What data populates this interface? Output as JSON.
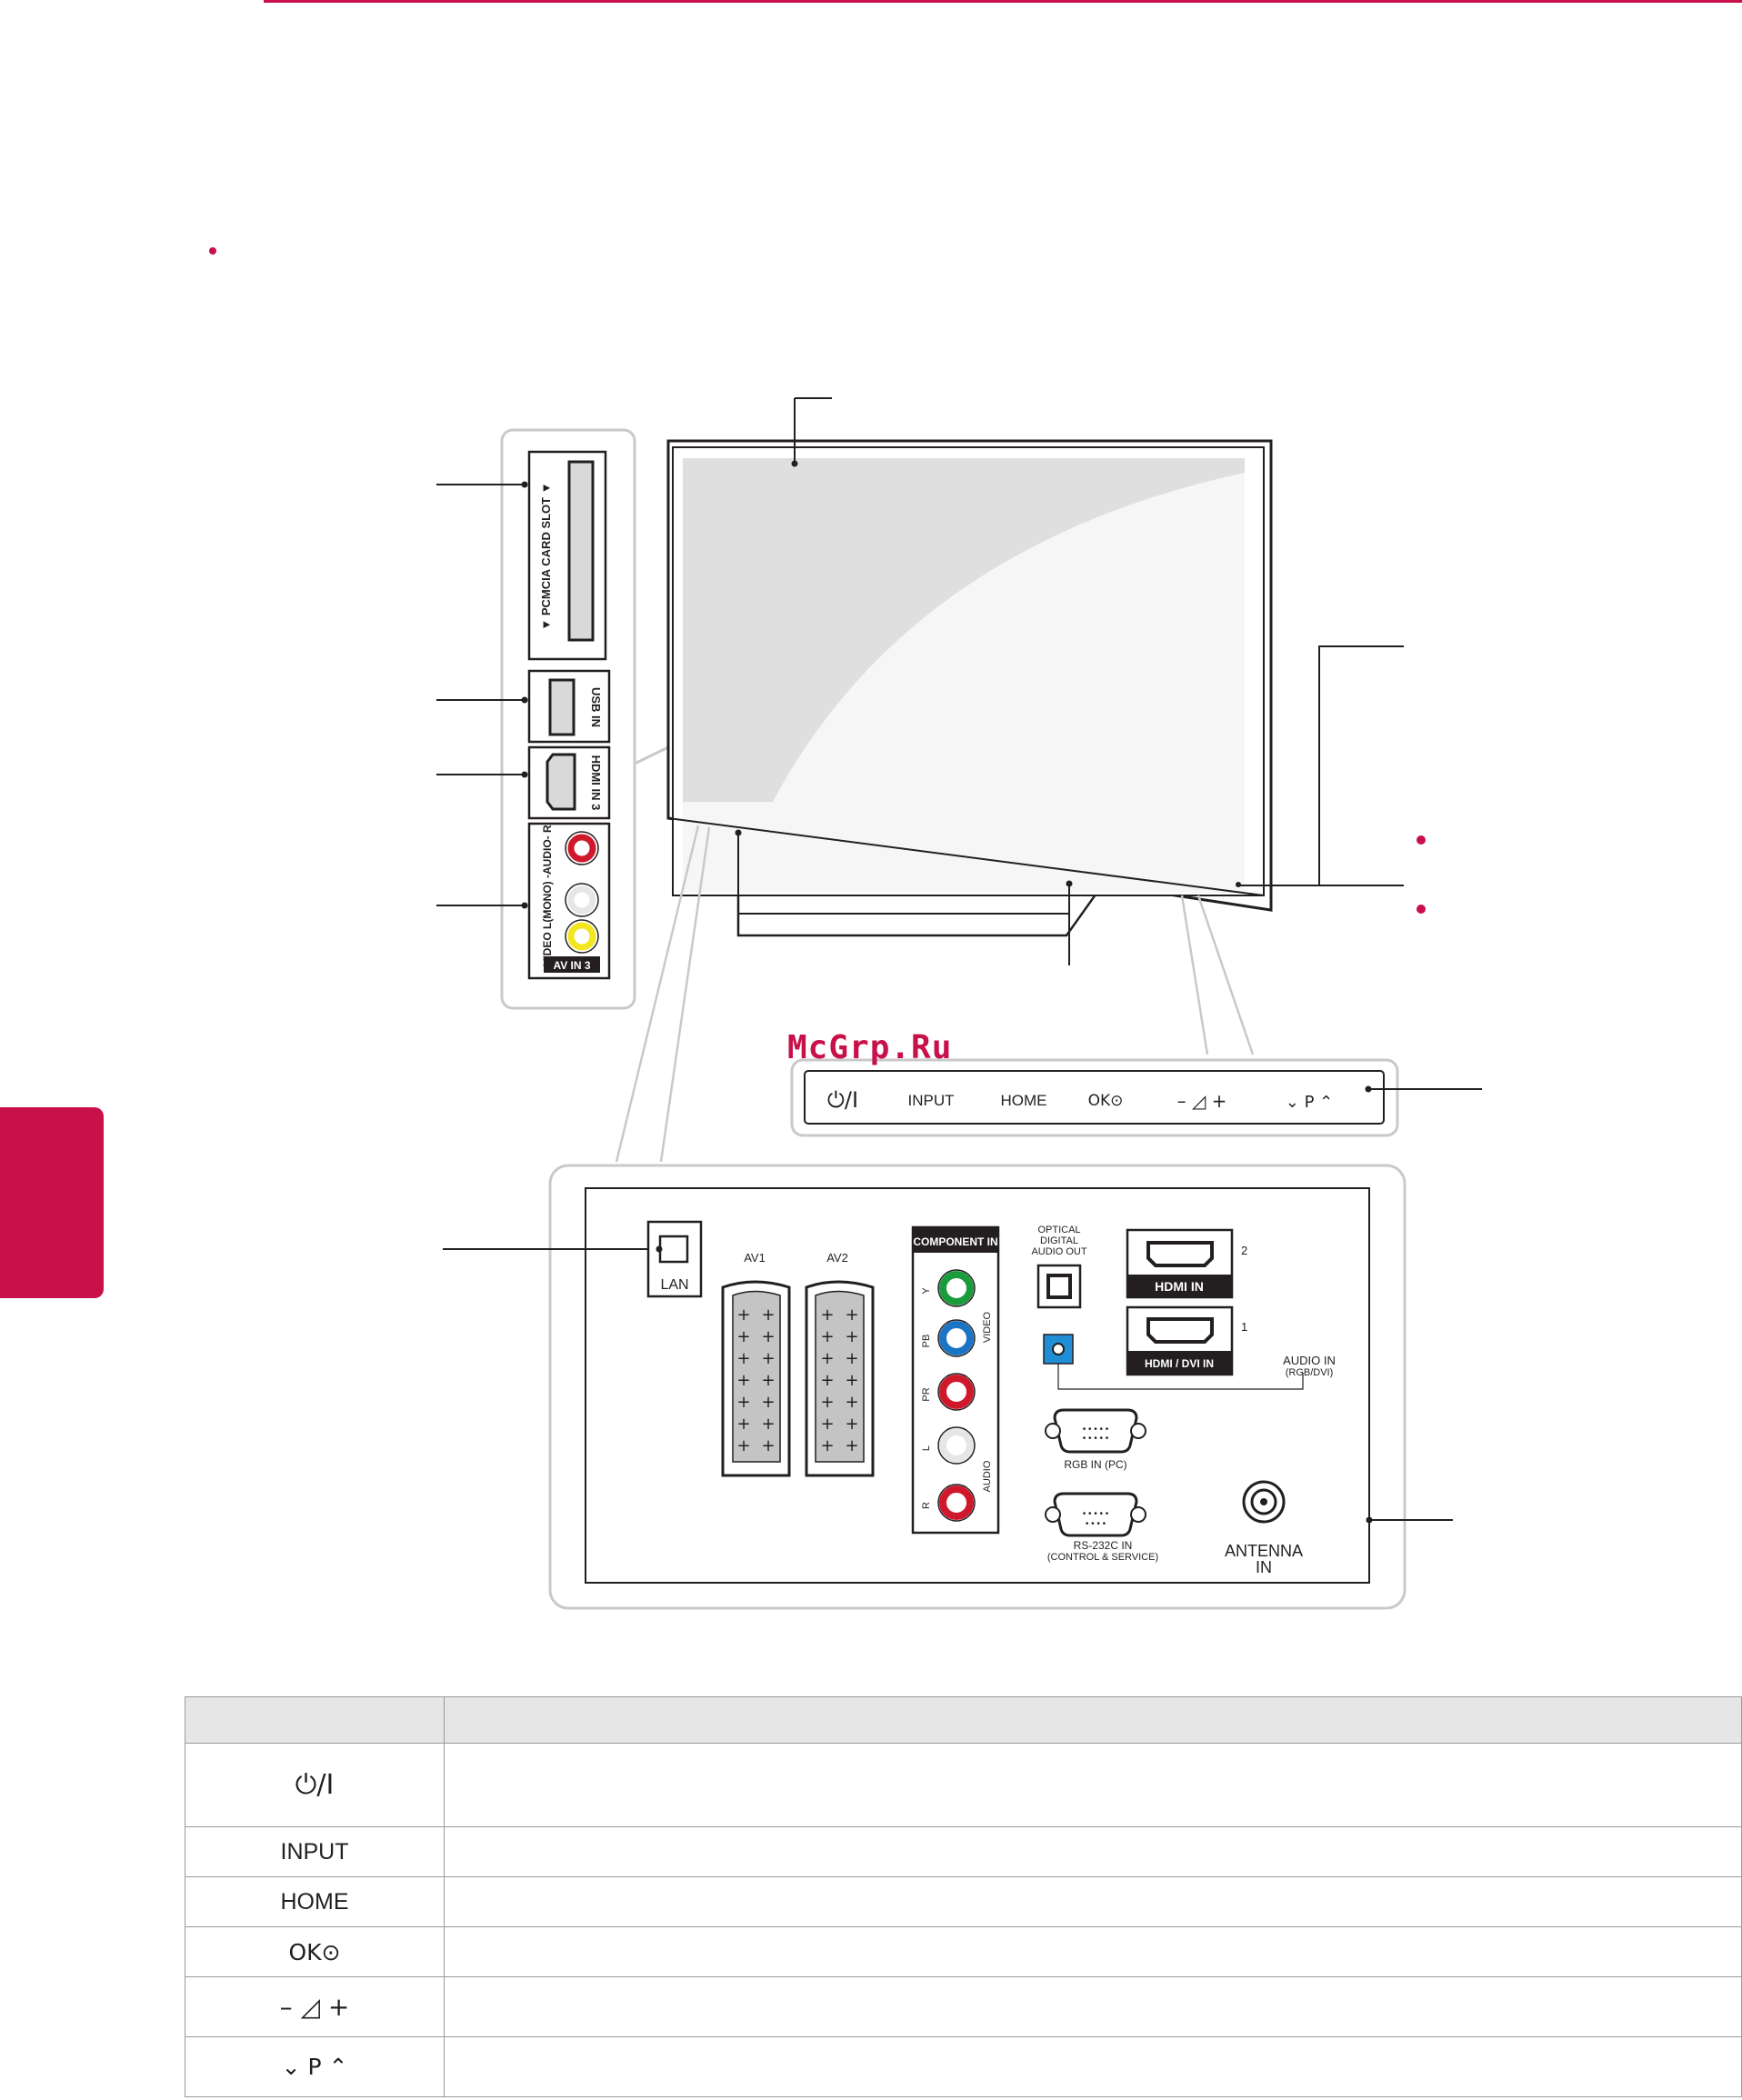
{
  "watermark": "McGrp.Ru",
  "side_panel": {
    "pcmcia_label": "▼ PCMCIA CARD SLOT ▼",
    "usb_label": "USB IN",
    "hdmi3_label": "HDMI IN 3",
    "av3_label": "VIDEO L(MONO) -AUDIO- R",
    "av3_badge": "AV IN 3"
  },
  "front_buttons": {
    "power": "⏻/I",
    "input": "INPUT",
    "home": "HOME",
    "ok": "OK⊙",
    "volume": "–  ◿  +",
    "program": "⌄  P  ⌃"
  },
  "rear_panel": {
    "lan": "LAN",
    "av1": "AV1",
    "av2": "AV2",
    "component_in": "COMPONENT IN",
    "component_y": "Y",
    "component_pb": "PB",
    "component_pr": "PR",
    "component_l": "L",
    "component_r": "R",
    "component_video": "VIDEO",
    "component_audio": "AUDIO",
    "optical_line1": "OPTICAL",
    "optical_line2": "DIGITAL",
    "optical_line3": "AUDIO OUT",
    "hdmi_in_2": "HDMI IN",
    "hdmi_num_2": "2",
    "hdmi_in_1": "HDMI / DVI IN",
    "hdmi_num_1": "1",
    "audio_in": "AUDIO IN",
    "audio_in_sub": "(RGB/DVI)",
    "rgb_in": "RGB IN (PC)",
    "rs232": "RS-232C IN",
    "rs232_sub": "(CONTROL & SERVICE)",
    "antenna_line1": "ANTENNA",
    "antenna_line2": "IN"
  },
  "table": {
    "rows": [
      {
        "button": "⏻/I",
        "desc": ""
      },
      {
        "button": "INPUT",
        "desc": ""
      },
      {
        "button": "HOME",
        "desc": ""
      },
      {
        "button": "OK⊙",
        "desc": ""
      },
      {
        "button": "–  ◿  +",
        "desc": ""
      },
      {
        "button": "⌄  P  ⌃",
        "desc": ""
      }
    ]
  },
  "colors": {
    "accent": "#c8104a",
    "component_green": "#1a9b3c",
    "component_blue": "#1a74c4",
    "component_red": "#d0182c",
    "composite_yellow": "#f3e51f",
    "optical_blue": "#1f8ed6"
  }
}
